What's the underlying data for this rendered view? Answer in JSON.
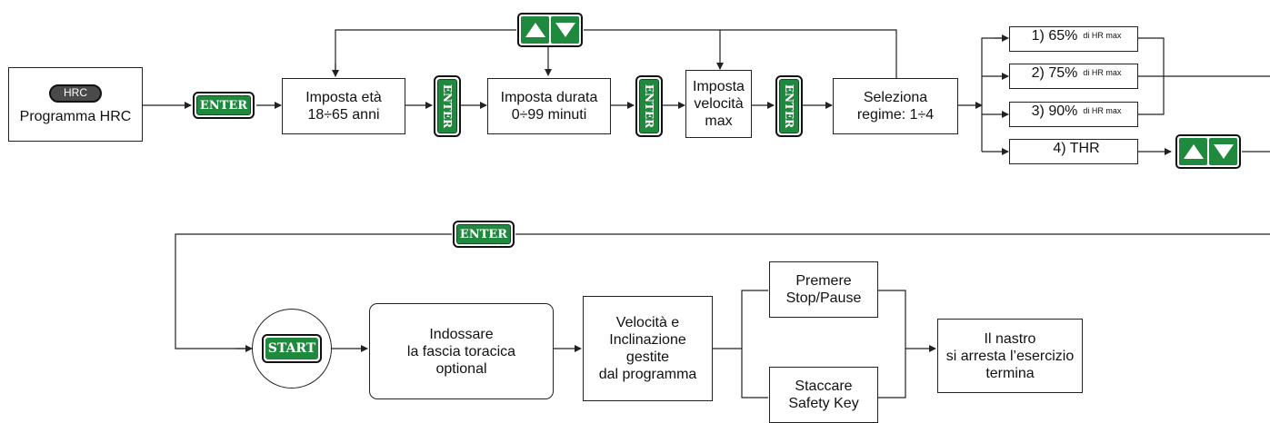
{
  "hrc_box": {
    "badge": "HRC",
    "label": "Programma HRC"
  },
  "keys": {
    "enter": "ENTER",
    "start": "START"
  },
  "age_box": {
    "line1": "Imposta età",
    "line2": "18÷65 anni"
  },
  "duration_box": {
    "line1": "Imposta durata",
    "line2": "0÷99 minuti"
  },
  "speed_box": {
    "line1": "Imposta",
    "line2": "velocità",
    "line3": "max"
  },
  "regime_box": {
    "line1": "Seleziona",
    "line2": "regime: 1÷4"
  },
  "options": [
    {
      "label": "1) 65%",
      "sub": "di HR max"
    },
    {
      "label": "2) 75%",
      "sub": "di HR max"
    },
    {
      "label": "3) 90%",
      "sub": "di HR max"
    },
    {
      "label": "4) THR",
      "sub": ""
    }
  ],
  "wear_box": {
    "line1": "Indossare",
    "line2": "la fascia toracica",
    "line3": "optional"
  },
  "program_box": {
    "line1": "Velocità e",
    "line2": "Inclinazione",
    "line3": "gestite",
    "line4": "dal programma"
  },
  "stop_box": {
    "line1": "Premere",
    "line2": "Stop/Pause"
  },
  "safety_box": {
    "line1": "Staccare",
    "line2": "Safety Key"
  },
  "end_box": {
    "line1": "Il nastro",
    "line2": "si arresta l’esercizio",
    "line3": "termina"
  },
  "colors": {
    "key_green": "#1f8a3e",
    "line": "#222222"
  }
}
